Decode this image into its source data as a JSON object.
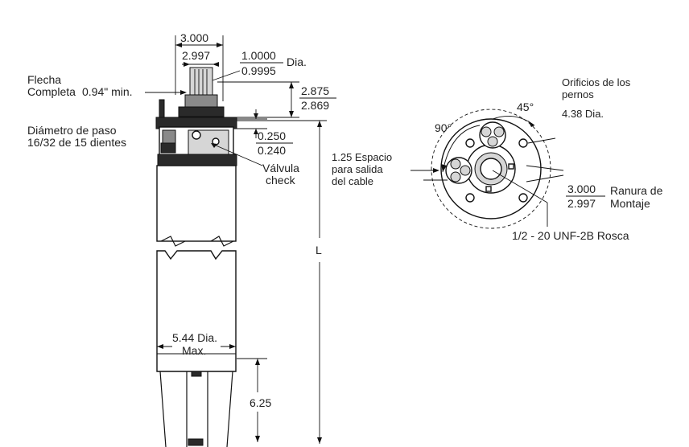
{
  "side_view": {
    "shaft_width_max": "3.000",
    "shaft_width_min": "2.997",
    "shaft_dia_max": "1.0000",
    "shaft_dia_min": "0.9995",
    "shaft_dia_unit": "Dia.",
    "spline_label_line1": "Flecha",
    "spline_label_line2": "Completa",
    "spline_min": "0.94\" min.",
    "shaft_height_max": "2.875",
    "shaft_height_min": "2.869",
    "pitch_line1": "Diámetro de paso",
    "pitch_line2": "16/32 de 15 dientes",
    "flange_max": "0.250",
    "flange_min": "0.240",
    "valve_line1": "Válvula",
    "valve_line2": "check",
    "length_label": "L",
    "body_dia_line1": "5.44 Dia.",
    "body_dia_line2": "Max.",
    "bottom_dim": "6.25"
  },
  "top_view": {
    "bolt_holes_line1": "Orificios de los",
    "bolt_holes_line2": "pernos",
    "bolt_holes_dia": "4.38 Dia.",
    "angle_45": "45°",
    "angle_90": "90°",
    "cable_line1": "1.25 Espacio",
    "cable_line2": "para salida",
    "cable_line3": "del cable",
    "slot_max": "3.000",
    "slot_min": "2.997",
    "slot_line1": "Ranura de",
    "slot_line2": "Montaje",
    "thread": "1/2 - 20 UNF-2B Rosca"
  }
}
